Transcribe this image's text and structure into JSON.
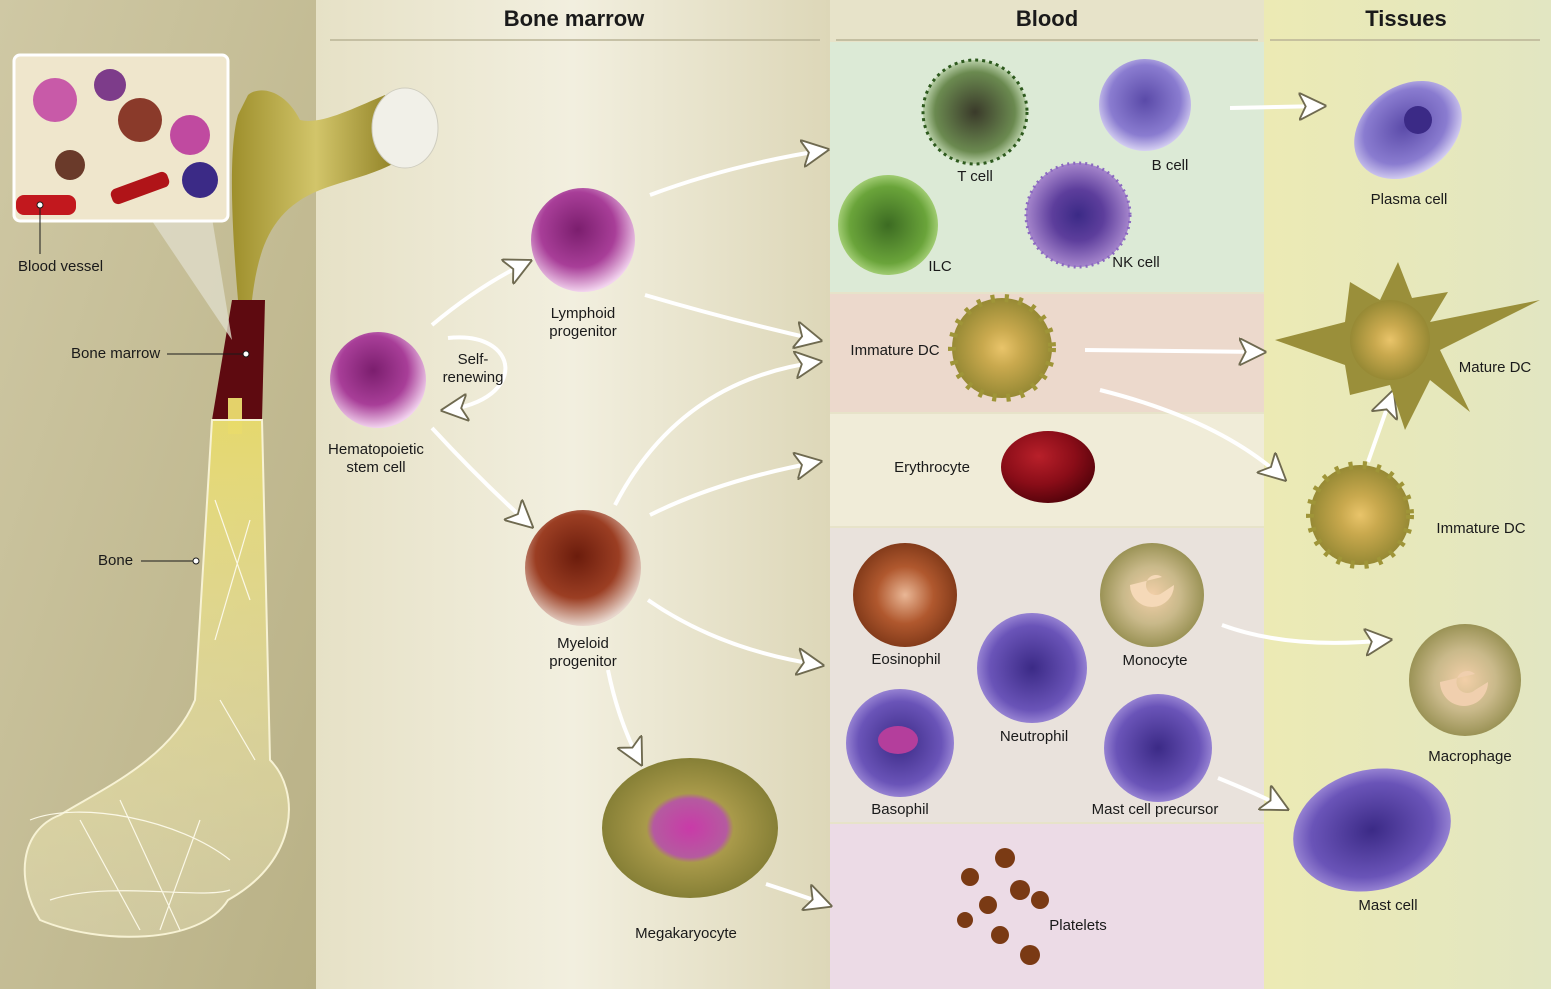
{
  "columns": {
    "bone_marrow": "Bone marrow",
    "blood": "Blood",
    "tissues": "Tissues"
  },
  "bone_labels": {
    "blood_vessel": "Blood vessel",
    "bone_marrow": "Bone marrow",
    "bone": "Bone"
  },
  "marrow_cells": {
    "hsc": "Hematopoietic\nstem cell",
    "self_renewing": "Self-\nrenewing",
    "lymphoid": "Lymphoid\nprogenitor",
    "myeloid": "Myeloid\nprogenitor",
    "megakaryocyte": "Megakaryocyte"
  },
  "blood_cells": {
    "t_cell": "T cell",
    "b_cell": "B cell",
    "ilc": "ILC",
    "nk_cell": "NK cell",
    "immature_dc": "Immature DC",
    "erythrocyte": "Erythrocyte",
    "eosinophil": "Eosinophil",
    "monocyte": "Monocyte",
    "neutrophil": "Neutrophil",
    "basophil": "Basophil",
    "mast_precursor": "Mast cell precursor",
    "platelets": "Platelets"
  },
  "tissue_cells": {
    "plasma_cell": "Plasma cell",
    "mature_dc": "Mature DC",
    "immature_dc": "Immature DC",
    "macrophage": "Macrophage",
    "mast_cell": "Mast cell"
  }
}
